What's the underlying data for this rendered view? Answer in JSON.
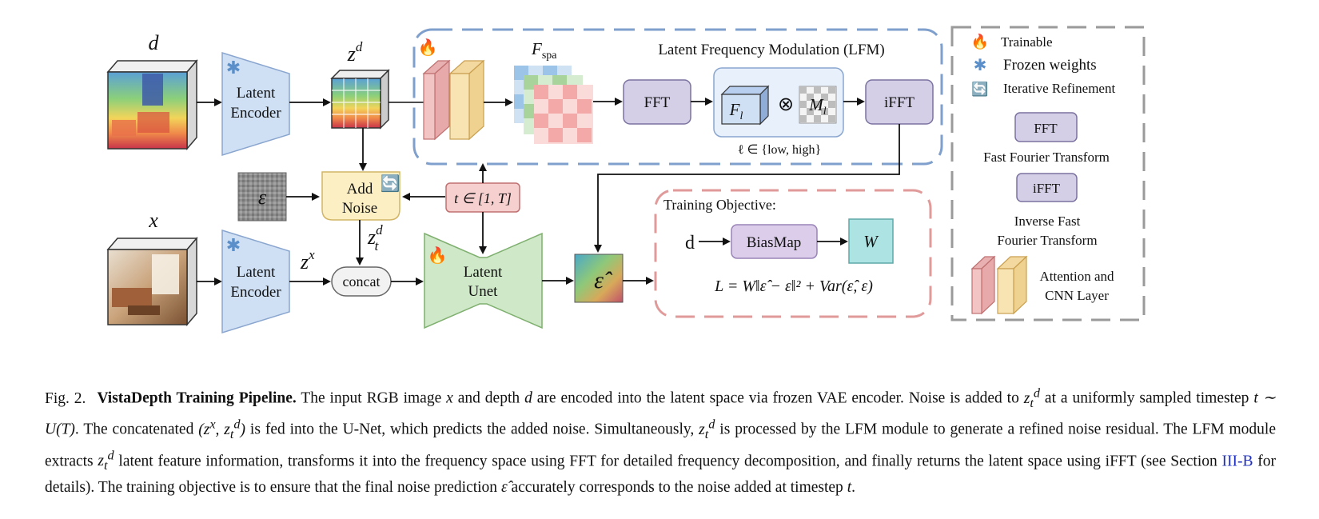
{
  "diagram": {
    "inputs": {
      "depth_symbol": "d",
      "rgb_symbol": "x"
    },
    "encoders": {
      "top_label": [
        "Latent",
        "Encoder"
      ],
      "bottom_label": [
        "Latent",
        "Encoder"
      ]
    },
    "latents": {
      "zd": "z",
      "zd_sup": "d",
      "zx": "z",
      "zx_sup": "x",
      "ztd": "z",
      "ztd_sub": "t",
      "ztd_sup": "d"
    },
    "add_noise": [
      "Add",
      "Noise"
    ],
    "noise_symbol": "ε",
    "timestep": "t ∈ [1, T]",
    "concat": "concat",
    "unet": [
      "Latent",
      "Unet"
    ],
    "eps_hat": "ε̂",
    "lfm": {
      "title": "Latent Frequency Modulation (LFM)",
      "fspa": "F",
      "fspa_sub": "spa",
      "fft": "FFT",
      "ifft": "iFFT",
      "fl": "F",
      "fl_sub": "l",
      "otimes": "⊗",
      "ml": "M",
      "ml_sub": "l",
      "l_set": "ℓ ∈ {low, high}"
    },
    "objective": {
      "title": "Training Objective:",
      "d": "d",
      "biasmap": "BiasMap",
      "w": "W",
      "loss": "L = W‖ε̂ − ε‖² + Var(ε̂, ε)"
    },
    "legend": {
      "trainable": "Trainable",
      "frozen": "Frozen weights",
      "iterative": "Iterative Refinement",
      "fft_box": "FFT",
      "fft_desc": "Fast Fourier Transform",
      "ifft_box": "iFFT",
      "ifft_desc": [
        "Inverse Fast",
        "Fourier Transform"
      ],
      "attn": [
        "Attention and",
        "CNN Layer"
      ]
    },
    "colors": {
      "encoder_fill": "#cfe0f5",
      "add_noise_fill": "#fdefc4",
      "timestep_fill": "#f6cfcf",
      "unet_fill": "#cfe8c8",
      "fft_fill": "#d4cfe6",
      "biasmap_fill": "#dccdea",
      "w_fill": "#aee3e3",
      "lfm_border": "#7f9fcc",
      "objective_border": "#e09a9a",
      "legend_border": "#9a9a9a",
      "attn_red": "#f2c4c4",
      "attn_yellow": "#f8e3b3"
    }
  },
  "caption": {
    "fig_label": "Fig. 2.",
    "bold_title": "VistaDepth Training Pipeline.",
    "p1": " The input RGB image ",
    "x": "x",
    "p2": " and depth ",
    "d": "d",
    "p3": " are encoded into the latent space via frozen VAE encoder. Noise is added to ",
    "ztd": "z",
    "ztd_sub": "t",
    "ztd_sup": "d",
    "p4": " at a uniformly sampled timestep ",
    "tu": "t ∼ U(T)",
    "p5": ". The concatenated ",
    "pair": "(z",
    "pair_sup": "x",
    "pair_mid": ", z",
    "pair_sub": "t",
    "pair_sup2": "d",
    "pair_end": ")",
    "p6": " is fed into the U-Net, which predicts the added noise. Simultaneously, ",
    "p7": " is processed by the LFM module to generate a refined noise residual. The LFM module extracts ",
    "p8": " latent feature information, transforms it into the frequency space using FFT for detailed frequency decomposition, and finally returns the latent space using iFFT (see Section ",
    "section_link": "III-B",
    "p9": " for details). The training objective is to ensure that the final noise prediction ",
    "eps_hat": "ε̂",
    "p10": " accurately corresponds to the noise added at timestep ",
    "t": "t",
    "p11": "."
  }
}
